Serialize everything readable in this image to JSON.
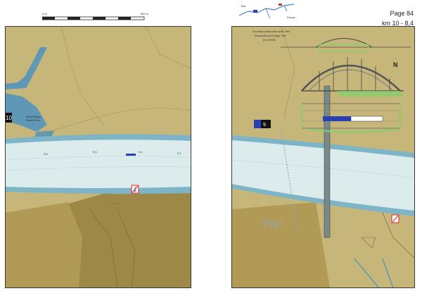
{
  "header": {
    "page_label": "Page 84",
    "km_label": "km 10 - 8,4"
  },
  "scale_bar": {
    "start_label": "0 m",
    "end_label": "500 m"
  },
  "left_map": {
    "river_label_1": "Reka Begej",
    "river_label_2": "Begej River",
    "kilometer_badge": "10",
    "river_km_marks": [
      "9,8",
      "9,6",
      "9,4",
      "9,2"
    ],
    "obstacle_label": "...................."
  },
  "right_map": {
    "bridge_title_1": "Drumsko-železnički most Titel",
    "bridge_title_2": "Road/railroad bridge Titel",
    "bridge_title_3": "km 8+590",
    "kilometer_badge": "9",
    "town_label": "Titel",
    "north_label": "N"
  },
  "colors": {
    "land_tan": "#c6b67a",
    "land_dark": "#9e8847",
    "land_mid": "#b09a55",
    "river_water": "#dcecec",
    "river_bank": "#7db5c6",
    "tributary": "#5f97b6",
    "border": "#3a3a3a",
    "bridge_green": "#7fd26a",
    "route_blue": "#2b3fb5"
  }
}
